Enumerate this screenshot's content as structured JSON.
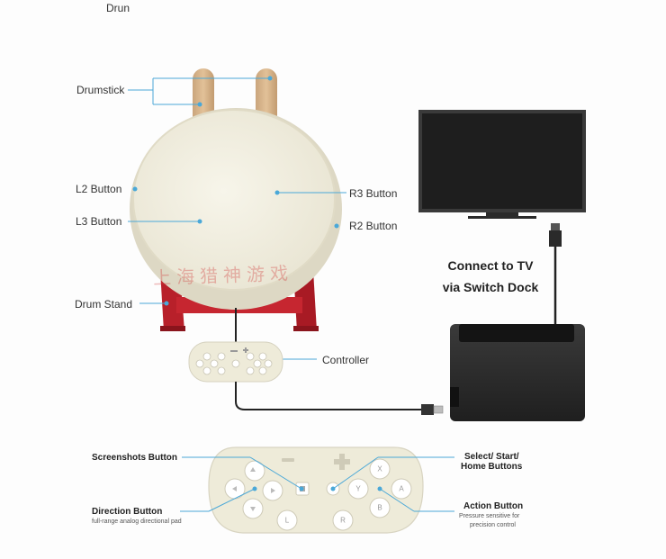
{
  "header_fragment": "Drun",
  "labels": {
    "drumstick": "Drumstick",
    "l2": "L2 Button",
    "l3": "L3 Button",
    "r3": "R3 Button",
    "r2": "R2 Button",
    "drum_stand": "Drum Stand",
    "controller": "Controller",
    "tv_line1": "Connect to TV",
    "tv_line2": "via Switch Dock"
  },
  "callouts": {
    "screenshots": "Screenshots Button",
    "select_start_line1": "Select/ Start/",
    "select_start_line2": "Home Buttons",
    "direction": "Direction Button",
    "direction_sub": "full-range analog directional pad",
    "action": "Action Button",
    "action_sub1": "Pressure sensitive for",
    "action_sub2": "precision control"
  },
  "controller_buttons": {
    "x": "X",
    "y": "Y",
    "a": "A",
    "b": "B",
    "l": "L",
    "r": "R"
  },
  "watermark": "上海猎神游戏",
  "colors": {
    "drum_face": "#f1eee0",
    "drum_rim": "#e4e0cf",
    "stick": "#d8b48a",
    "stand": "#b8202a",
    "tv_frame": "#3a3a3a",
    "tv_screen": "#1e1e1e",
    "dock": "#2b2b2b",
    "accent_line": "#4aa8d8",
    "controller_body": "#eeebd9"
  }
}
